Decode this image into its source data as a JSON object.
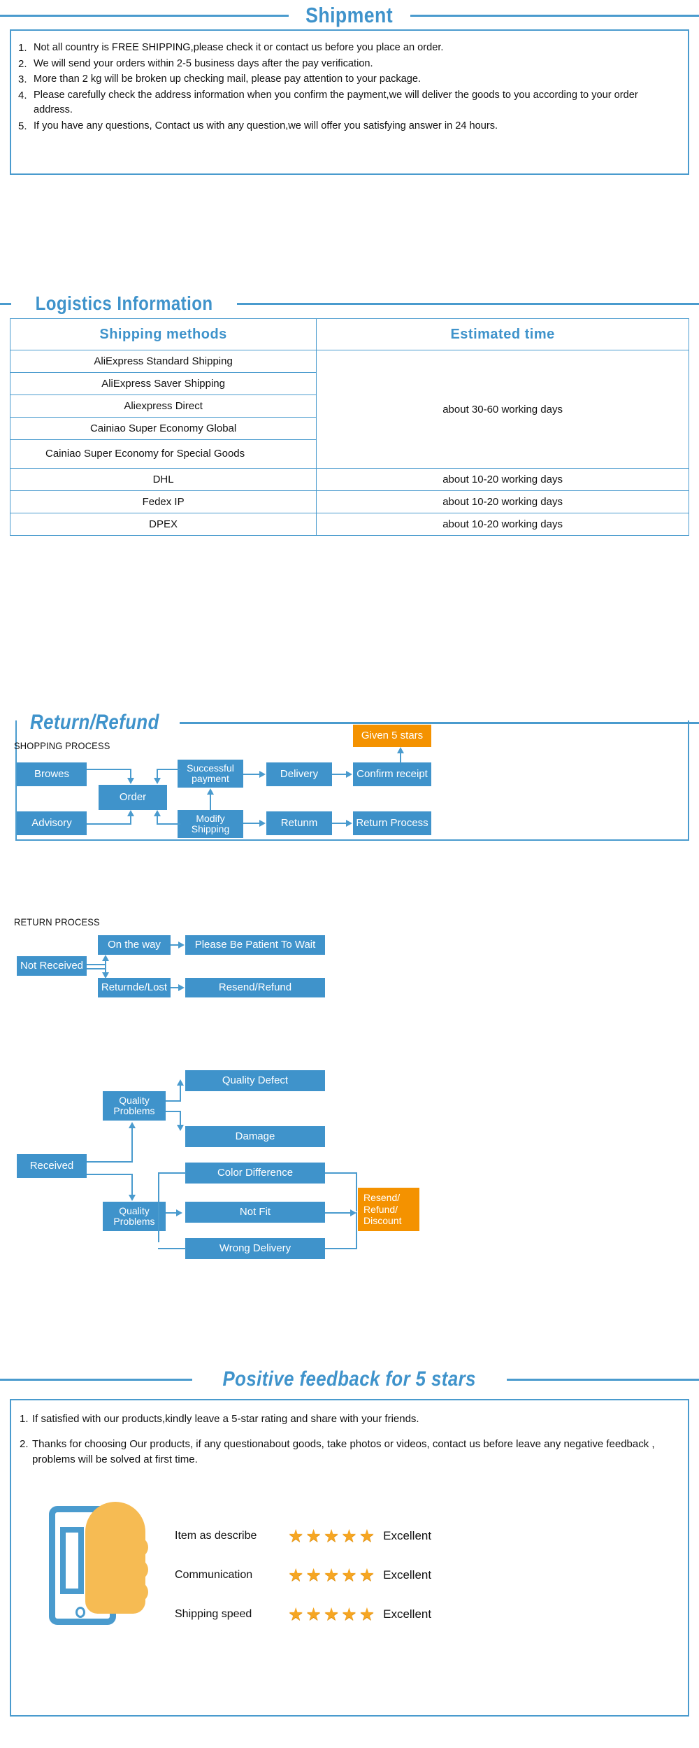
{
  "shipment": {
    "title": "Shipment",
    "notes": [
      {
        "num": "1.",
        "text": "Not all country is FREE SHIPPING,please check it or contact us before you place an order."
      },
      {
        "num": "2.",
        "text": "We will send your orders within 2-5 business days after the pay verification."
      },
      {
        "num": "3.",
        "text": "More than 2 kg will be broken up checking mail, please pay attention to your package."
      },
      {
        "num": "4.",
        "text": "Please carefully check the address information when you confirm the payment,we will deliver the goods to you according to your order address."
      },
      {
        "num": "5.",
        "text": "If you have any questions, Contact us with any question,we will offer you satisfying answer in 24 hours."
      }
    ]
  },
  "logistics": {
    "title": "Logistics  Information",
    "headers": {
      "method": "Shipping  methods",
      "time": "Estimated  time"
    },
    "rows": [
      {
        "method": "AliExpress Standard Shipping"
      },
      {
        "method": "AliExpress Saver Shipping"
      },
      {
        "method": "Aliexpress Direct"
      },
      {
        "method": "Cainiao Super Economy Global"
      },
      {
        "method": "Cainiao Super Economy for Special Goods"
      },
      {
        "method": "DHL",
        "time": "about 10-20  working days"
      },
      {
        "method": "Fedex IP",
        "time": "about 10-20  working days"
      },
      {
        "method": "DPEX",
        "time": "about 10-20  working days"
      }
    ],
    "grouped_time": "about 30-60 working days"
  },
  "returns": {
    "title": "Return/Refund",
    "shopping_label": "SHOPPING PROCESS",
    "return_label": "RETURN PROCESS",
    "shopping_nodes": {
      "browes": "Browes",
      "order": "Order",
      "advisory": "Advisory",
      "successful_payment": "Successful payment",
      "modify_shipping": "Modify Shipping",
      "delivery": "Delivery",
      "returnm": "Retunm",
      "confirm_receipt": "Confirm receipt",
      "return_process": "Return Process",
      "given_5_stars": "Given 5 stars"
    },
    "return_nodes": {
      "not_received": "Not Received",
      "on_the_way": "On the way",
      "please_wait": "Please Be Patient To Wait",
      "returned_lost": "Returnde/Lost",
      "resend_refund": "Resend/Refund",
      "received": "Received",
      "quality_problems_top": "Quality Problems",
      "quality_problems_bottom": "Quality Problems",
      "quality_defect": "Quality Defect",
      "damage": "Damage",
      "color_difference": "Color Difference",
      "not_fit": "Not Fit",
      "wrong_delivery": "Wrong Delivery",
      "resend_refund_discount": "Resend/ Refund/ Discount"
    }
  },
  "feedback": {
    "title": "Positive feedback for 5 stars",
    "notes": [
      {
        "num": "1.",
        "text": "If satisfied with our products,kindly leave a 5-star rating and share with your friends."
      },
      {
        "num": "2.",
        "text": "Thanks for choosing Our products, if any questionabout goods, take photos or videos, contact us before leave any negative feedback , problems will be solved at first time."
      }
    ],
    "ratings": [
      {
        "name": "Item as describe",
        "stars": 5,
        "verdict": "Excellent"
      },
      {
        "name": "Communication",
        "stars": 5,
        "verdict": "Excellent"
      },
      {
        "name": "Shipping speed",
        "stars": 5,
        "verdict": "Excellent"
      }
    ],
    "star_glyph": "★"
  },
  "colors": {
    "accent_blue": "#3f93cb",
    "border_blue": "#4a9bce",
    "accent_orange": "#f49200",
    "star_gold": "#f6a623"
  }
}
